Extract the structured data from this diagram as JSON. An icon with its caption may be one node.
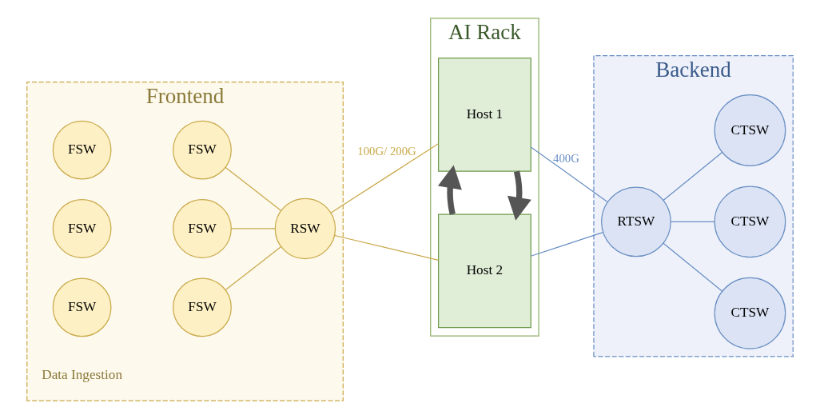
{
  "diagram": {
    "nodes": [
      {
        "text": [
          "Frontend"
        ]
      },
      {
        "text": [
          "FSW"
        ],
        "in": 0
      },
      {
        "text": [
          "FSW"
        ],
        "in": 0
      },
      {
        "text": [
          "FSW"
        ],
        "in": 0
      },
      {
        "text": [
          "FSW"
        ],
        "in": 0
      },
      {
        "text": [
          "FSW"
        ],
        "in": 0
      },
      {
        "text": [
          "FSW"
        ],
        "in": 0
      },
      {
        "text": [
          "RSW"
        ],
        "in": 0
      },
      {
        "text": [
          "AI Rack"
        ]
      },
      {
        "text": [
          "Host 1"
        ],
        "in": 8
      },
      {
        "text": [
          "Host 2"
        ],
        "in": 8
      },
      {
        "text": [
          "Backend"
        ]
      },
      {
        "text": [
          "RTSW"
        ],
        "in": 11
      },
      {
        "text": [
          "CTSW"
        ],
        "in": 11
      },
      {
        "text": [
          "CTSW"
        ],
        "in": 11
      },
      {
        "text": [
          "CTSW"
        ],
        "in": 11
      }
    ],
    "edges": [
      {
        "from": 2,
        "to": 7,
        "arrow": "none",
        "color": "#c9a94a"
      },
      {
        "from": 4,
        "to": 7,
        "arrow": "none",
        "color": "#c9a94a"
      },
      {
        "from": 6,
        "to": 7,
        "arrow": "none",
        "color": "#c9a94a"
      },
      {
        "from": 7,
        "to": 9,
        "arrow": "none",
        "label": "100G/ 200G",
        "color": "#c9a94a"
      },
      {
        "from": 7,
        "to": 10,
        "arrow": "none",
        "color": "#c9a94a"
      },
      {
        "from": 9,
        "to": 12,
        "arrow": "none",
        "label": "400G",
        "color": "#6a8fc4"
      },
      {
        "from": 10,
        "to": 12,
        "arrow": "none",
        "color": "#6a8fc4"
      },
      {
        "from": 12,
        "to": 13,
        "arrow": "none",
        "color": "#6a8fc4"
      },
      {
        "from": 12,
        "to": 14,
        "arrow": "none",
        "color": "#6a8fc4"
      },
      {
        "from": 12,
        "to": 15,
        "arrow": "none",
        "color": "#6a8fc4"
      },
      {
        "from": 9,
        "to": 10,
        "arrow": "to",
        "style": "thick",
        "color": "#555555"
      },
      {
        "from": 10,
        "to": 9,
        "arrow": "to",
        "style": "thick",
        "color": "#555555"
      }
    ],
    "labels": [
      "Data Ingestion"
    ]
  }
}
